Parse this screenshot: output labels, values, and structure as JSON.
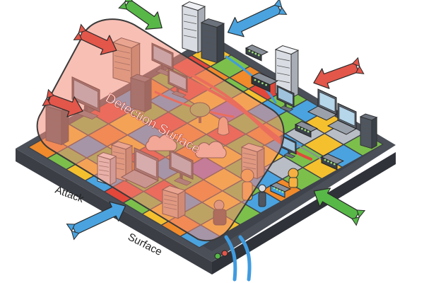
{
  "labels": {
    "detection_surface": "Detection Surface",
    "attack": "Attack",
    "surface": "Surface"
  },
  "icons": [
    "server-tower-icon",
    "desktop-computer-icon",
    "laptop-icon",
    "monitor-icon",
    "network-switch-icon",
    "router-icon",
    "cloud-icon",
    "tree-icon",
    "person-icon",
    "hand-icon",
    "arrow-icon"
  ],
  "colors": {
    "detection_overlay": "#f28b78",
    "detection_outline": "#3a3a3a",
    "board_base": "#4b4f57",
    "tile_green": "#7cc04b",
    "tile_blue": "#4aa3df",
    "tile_yellow": "#f5c02e",
    "tile_orange": "#f08a2a",
    "tile_red": "#e2473a",
    "tile_purple": "#8e6bbf",
    "tile_gray": "#b9bec6",
    "arrow_blue": "#4aa3df",
    "arrow_green": "#57b848",
    "arrow_red": "#e3564a",
    "cable_red": "#e04a3c",
    "cable_blue": "#3f9be0"
  }
}
